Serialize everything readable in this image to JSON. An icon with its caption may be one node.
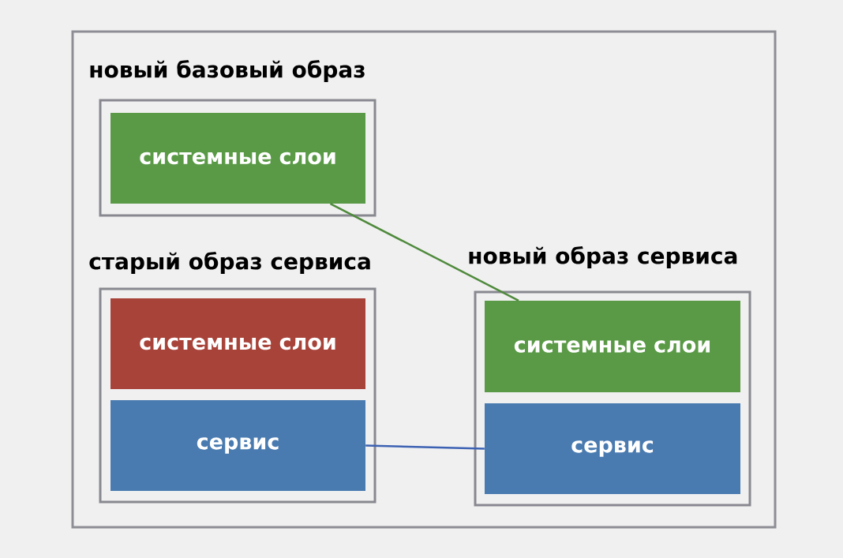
{
  "diagram": {
    "nodes": [
      {
        "text": [
          "новый базовый образ"
        ]
      },
      {
        "text": [
          "системные слои"
        ],
        "in": 0
      },
      {
        "text": [
          "старый образ сервиса"
        ]
      },
      {
        "text": [
          "системные слои"
        ],
        "in": 2
      },
      {
        "text": [
          "сервис"
        ],
        "in": 2
      },
      {
        "text": [
          "новый образ сервиса"
        ]
      },
      {
        "text": [
          "системные слои"
        ],
        "in": 5
      },
      {
        "text": [
          "сервис"
        ],
        "in": 5
      }
    ],
    "edges": [
      {
        "from": 1,
        "to": 6,
        "arrow": "none",
        "color": "#4f8a3c"
      },
      {
        "from": 4,
        "to": 7,
        "arrow": "none",
        "color": "#3d62b3"
      }
    ]
  }
}
